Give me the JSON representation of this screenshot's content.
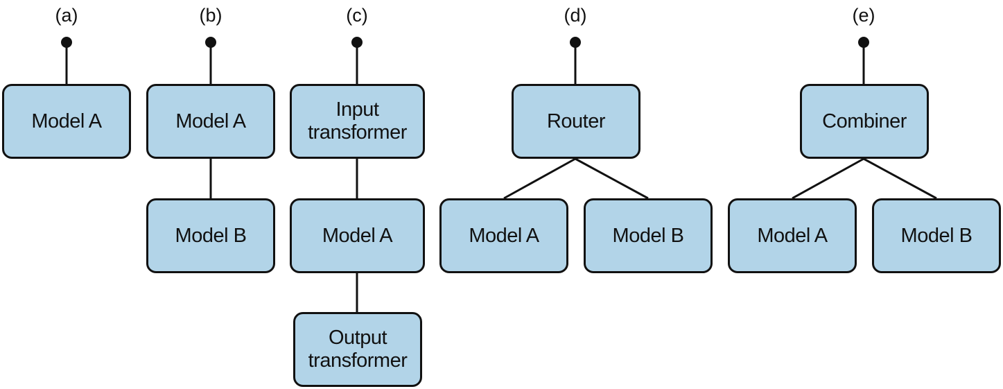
{
  "colors": {
    "node_fill": "#b2d4e8",
    "stroke": "#111111"
  },
  "panels": [
    {
      "label": "(a)",
      "nodes": [
        "Model A"
      ]
    },
    {
      "label": "(b)",
      "nodes": [
        "Model A",
        "Model B"
      ]
    },
    {
      "label": "(c)",
      "nodes": [
        "Input\ntransformer",
        "Model A",
        "Output\ntransformer"
      ]
    },
    {
      "label": "(d)",
      "nodes": [
        "Router",
        "Model A",
        "Model B"
      ]
    },
    {
      "label": "(e)",
      "nodes": [
        "Combiner",
        "Model A",
        "Model B"
      ]
    }
  ]
}
